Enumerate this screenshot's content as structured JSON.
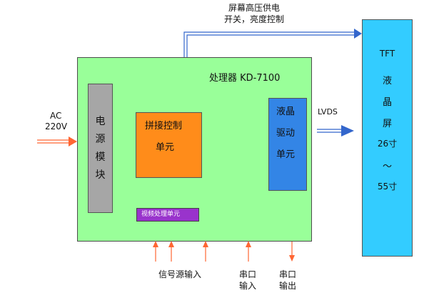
{
  "top_note": {
    "line1": "屏幕高压供电",
    "line2": "开关，亮度控制"
  },
  "processor": {
    "title": "处理器 KD-7100",
    "fill": "#99ff99",
    "border": "#4d4d4d"
  },
  "power_module": {
    "chars": [
      "电",
      "源",
      "模",
      "块"
    ],
    "fill": "#a6a6a6"
  },
  "splice_unit": {
    "line1": "拼接控制",
    "line2": "单元",
    "fill": "#ff8c1a"
  },
  "lcd_driver": {
    "line1": "液晶",
    "line2": "驱动",
    "line3": "单元",
    "fill": "#3385e6"
  },
  "video_unit": {
    "label": "视频处理单元",
    "fill": "#9933cc"
  },
  "ac_input": {
    "line1": "AC",
    "line2": "220V"
  },
  "lvds": {
    "label": "LVDS"
  },
  "tft_panel": {
    "chars": [
      "TFT",
      "液",
      "晶",
      "屏",
      "26寸",
      "～",
      "55寸"
    ],
    "fill": "#33ccff"
  },
  "bottom_labels": {
    "signal_input": "信号源输入",
    "serial_in": {
      "line1": "串口",
      "line2": "输入"
    },
    "serial_out": {
      "line1": "串口",
      "line2": "输出"
    }
  },
  "colors": {
    "arrow_red": "#ff6633",
    "arrow_blue": "#3366cc"
  }
}
